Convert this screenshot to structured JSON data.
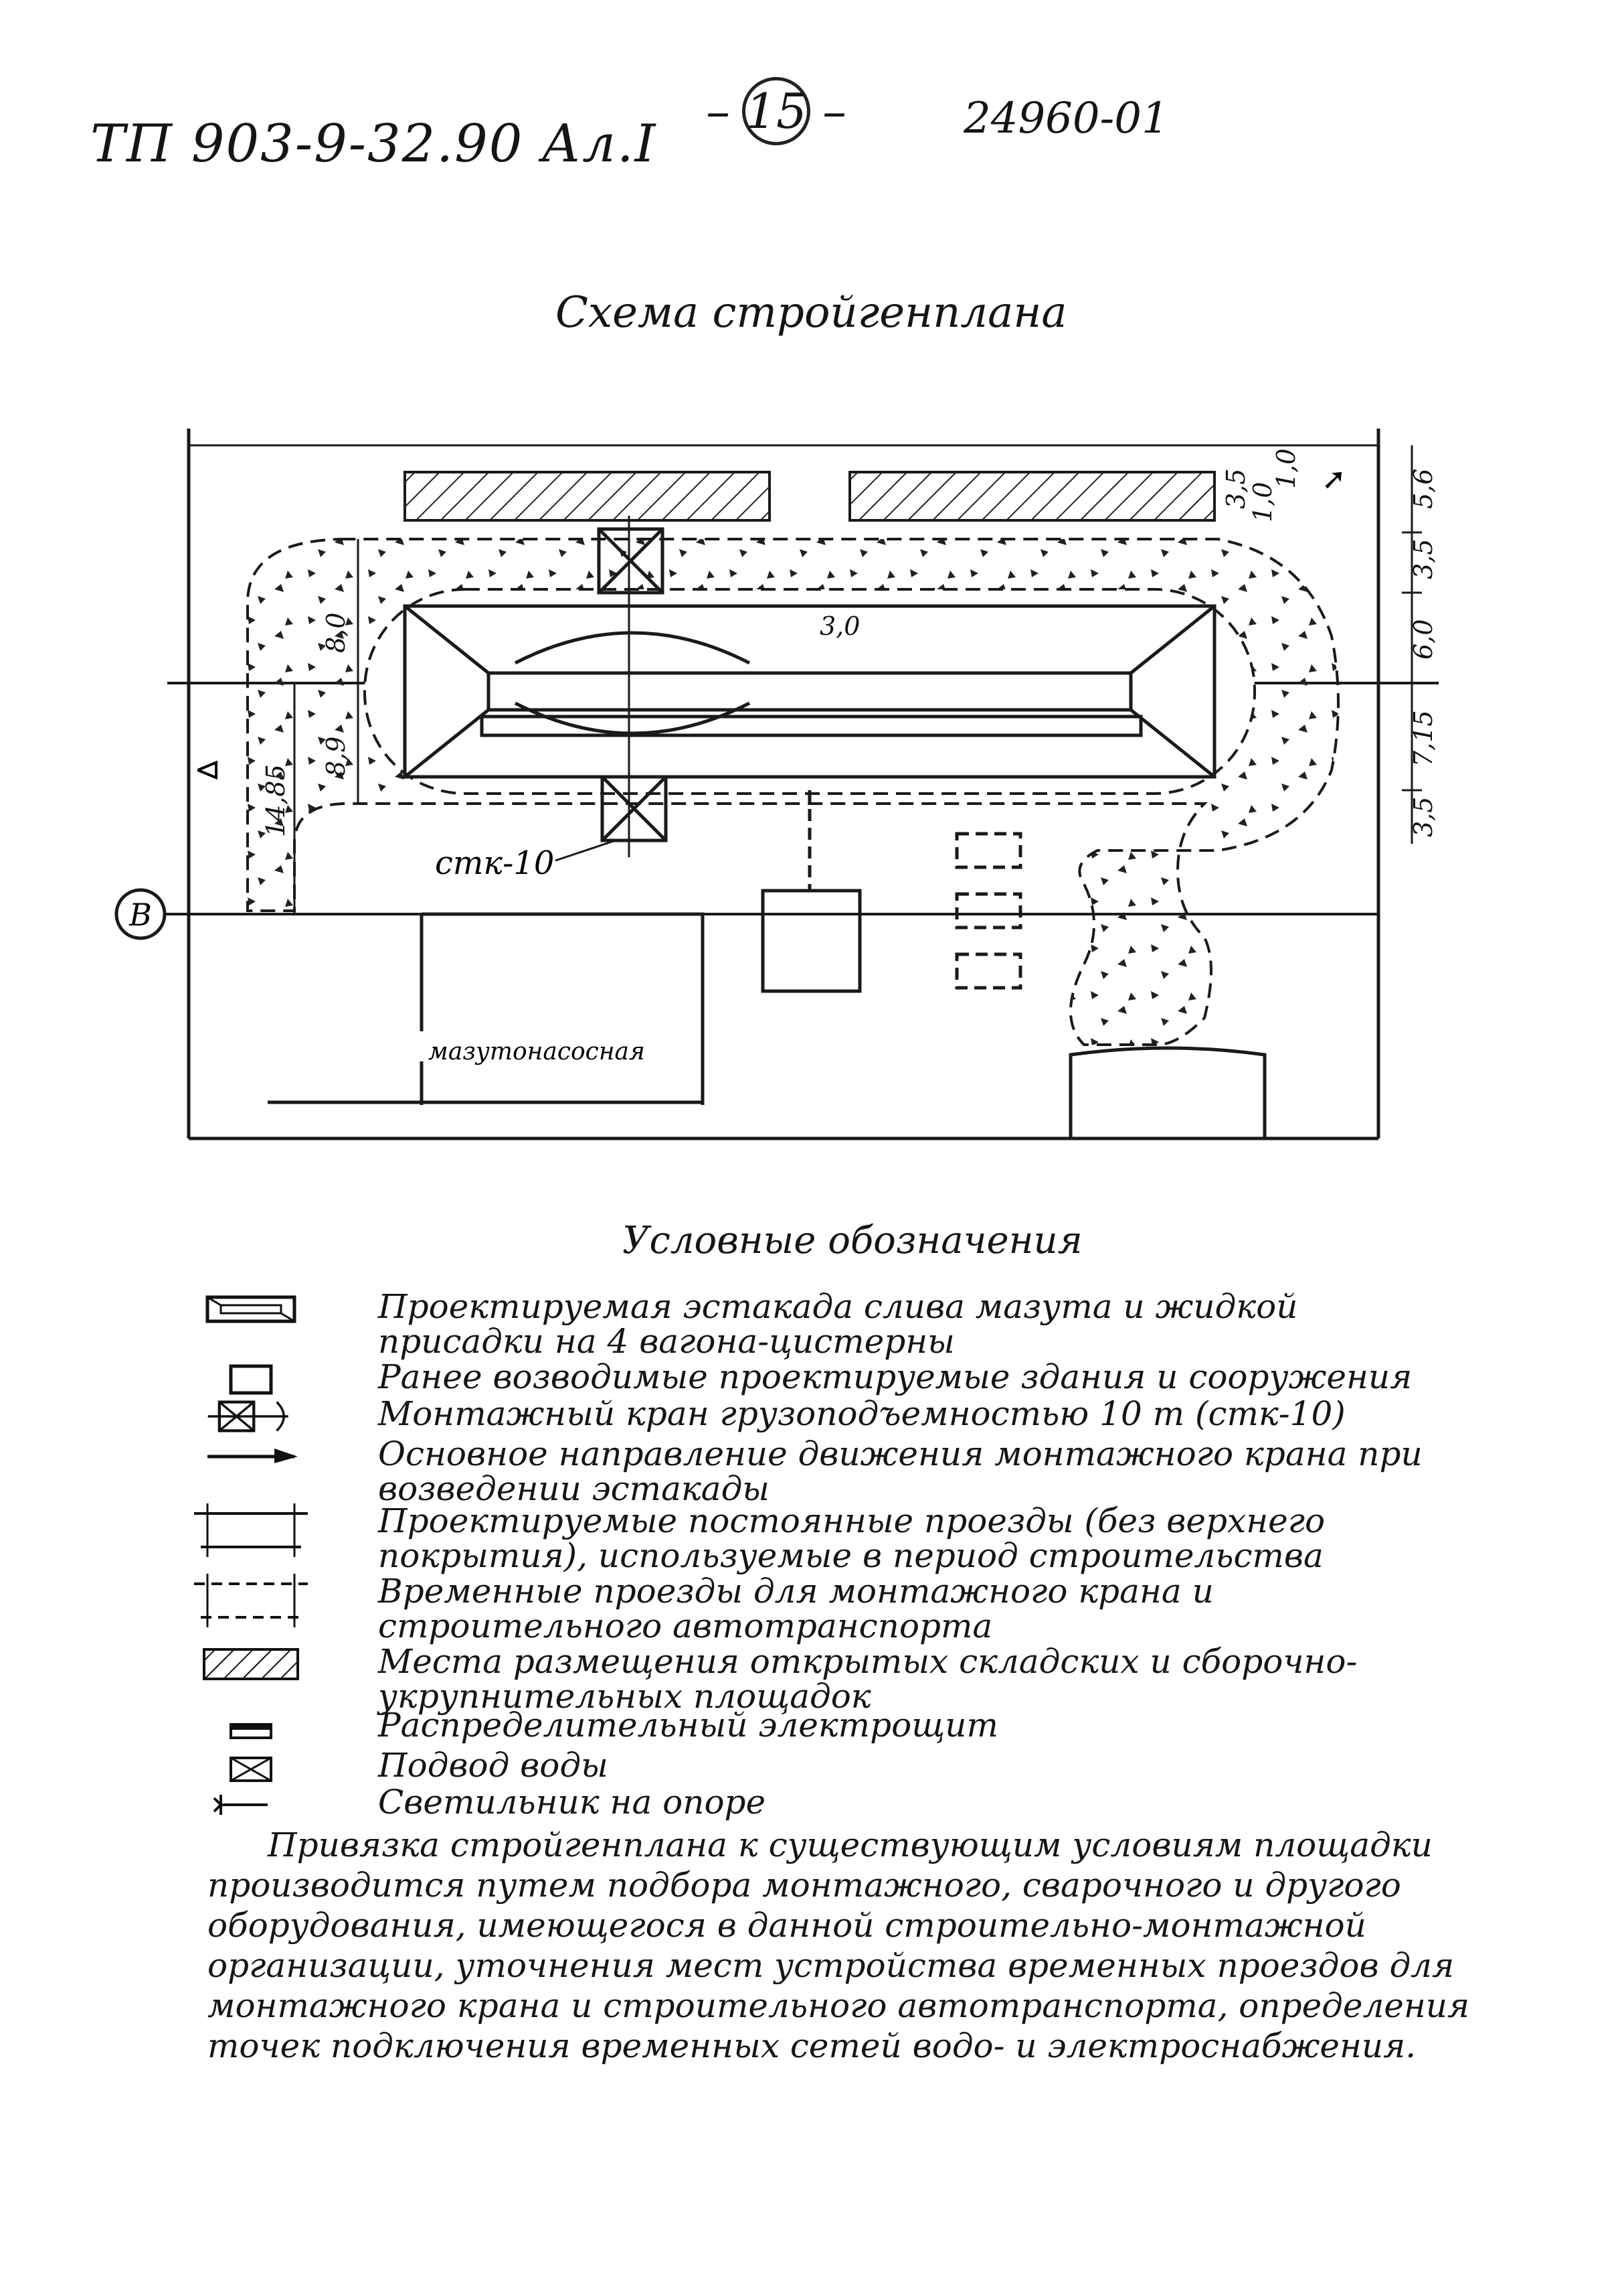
{
  "header": {
    "doc_code": "ТП 903-9-32.90 Ал.I",
    "page_number": "15",
    "page_dash": "–",
    "inventory_number": "24960-01"
  },
  "scheme": {
    "title": "Схема стройгенплана",
    "crane_label": "стк-10",
    "pump_station_label": "мазутонасосная",
    "axis_label": "В",
    "dimensions": {
      "width_3_0": "3,0",
      "left_8_0": "8,0",
      "left_8_9": "8,9",
      "left_14_85": "14,85",
      "right_top_3_5": "3,5",
      "right_top_1_0": "1,0",
      "right_top_1_0b": "1,0",
      "right_5_6": "5,6",
      "right_3_5a": "3,5",
      "right_6_0": "6,0",
      "right_7_15": "7,15",
      "right_3_5b": "3,5"
    }
  },
  "legend": {
    "title": "Условные обозначения",
    "items": [
      {
        "icon": "overpass-icon",
        "text": "Проектируемая эстакада слива мазута и жидкой\nприсадки на 4 вагона-цистерны"
      },
      {
        "icon": "building-icon",
        "text": "Ранее возводимые проектируемые здания и сооружения"
      },
      {
        "icon": "crane-icon",
        "text": "Монтажный кран грузоподъемностью 10 т (стк-10)"
      },
      {
        "icon": "arrow-icon",
        "text": "Основное направление движения монтажного крана при\nвозведении эстакады"
      },
      {
        "icon": "permanent-road-icon",
        "text": "Проектируемые постоянные проезды (без верхнего\nпокрытия), используемые в период строительства"
      },
      {
        "icon": "temporary-road-icon",
        "text": "Временные проезды для монтажного крана и\nстроительного автотранспорта"
      },
      {
        "icon": "hatched-area-icon",
        "text": "Места размещения открытых складских и сборочно-\nукрупнительных площадок"
      },
      {
        "icon": "switchboard-icon",
        "text": "Распределительный электрощит"
      },
      {
        "icon": "water-supply-icon",
        "text": "Подвод воды"
      },
      {
        "icon": "lamp-icon",
        "text": "Светильник на опоре"
      }
    ]
  },
  "note": "Привязка стройгенплана к существующим условиям площадки производится путем подбора монтажного, сварочного и другого оборудования, имеющегося в данной строительно-монтажной организации, уточнения мест устройства временных проездов для монтажного крана и строительного автотранспорта, определения точек подключения временных сетей водо- и электроснабжения."
}
